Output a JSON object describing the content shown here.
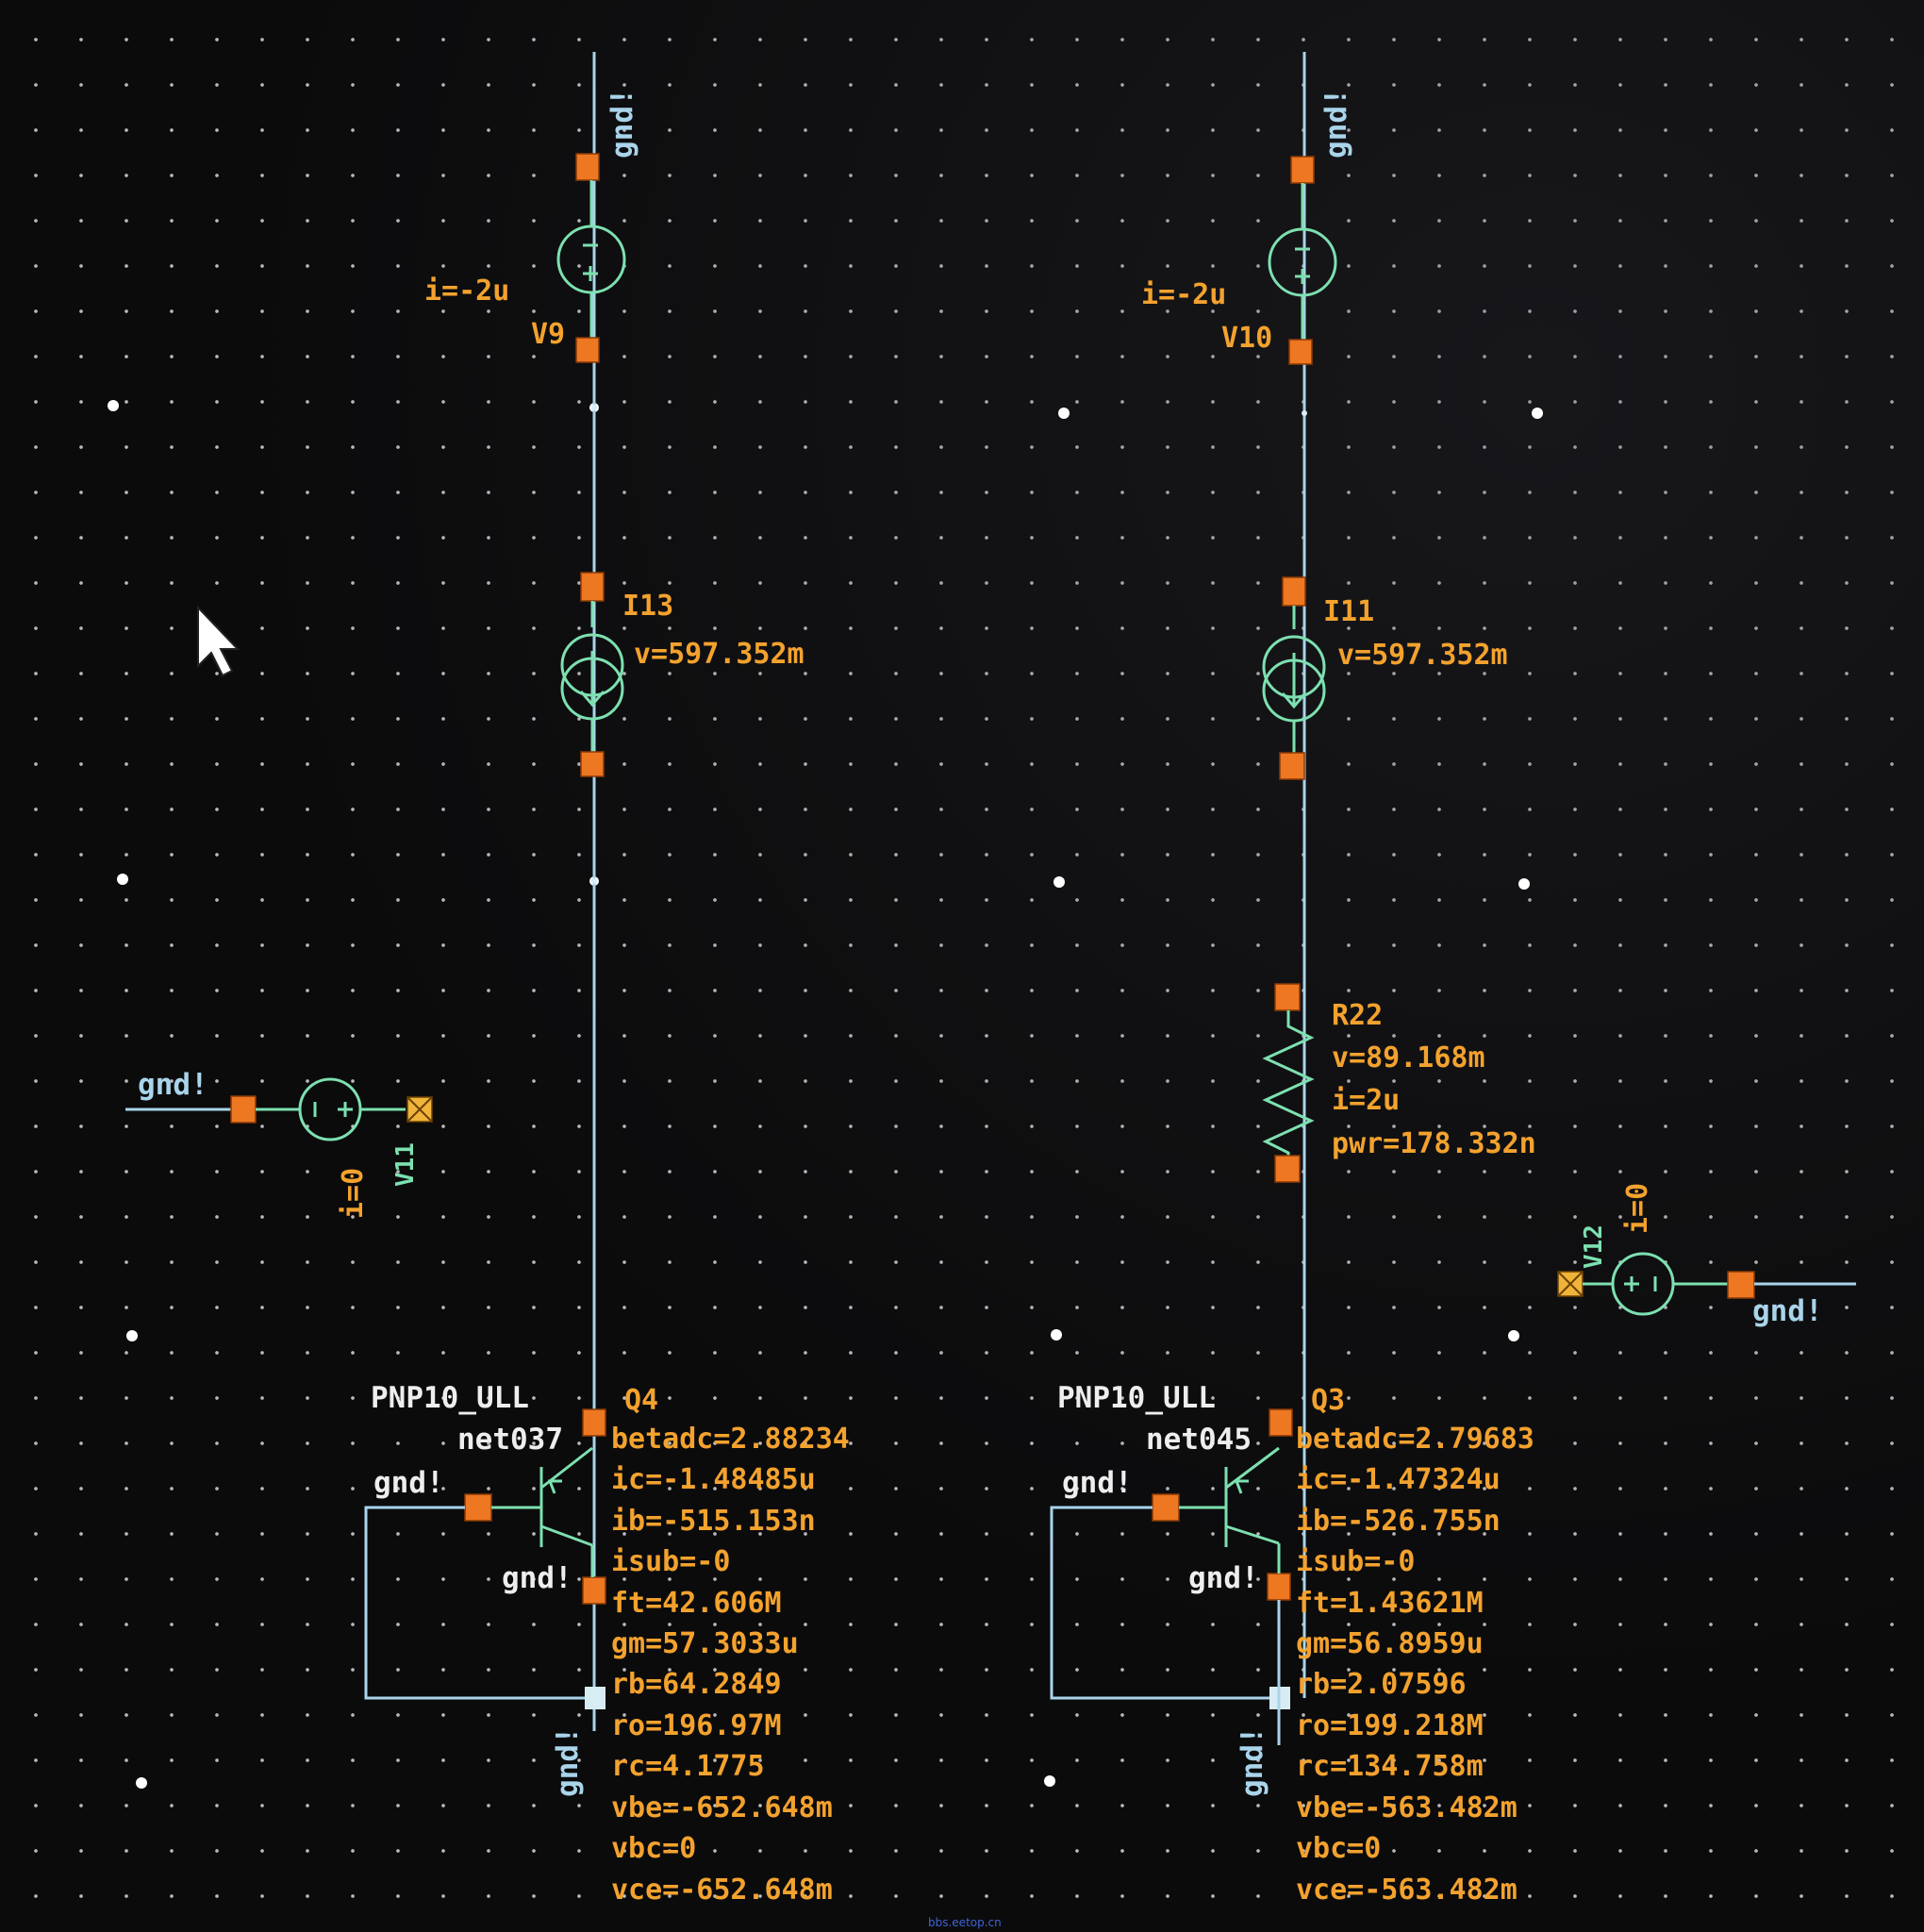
{
  "nets": {
    "gnd_top_left": "gnd!",
    "gnd_top_right": "gnd!",
    "gnd_v11": "gnd!",
    "gnd_v12": "gnd!",
    "gnd_q4_base": "gnd!",
    "gnd_q4_collector": "gnd!",
    "gnd_q4_bottom": "gnd!",
    "gnd_q3_base": "gnd!",
    "gnd_q3_collector": "gnd!",
    "gnd_q3_bottom": "gnd!"
  },
  "v9": {
    "name": "V9",
    "current": "i=-2u"
  },
  "v10": {
    "name": "V10",
    "current": "i=-2u"
  },
  "v11": {
    "name": "V11",
    "current": "i=0"
  },
  "v12": {
    "name": "V12",
    "current": "i=0"
  },
  "i13": {
    "name": "I13",
    "voltage": "v=597.352m"
  },
  "i11": {
    "name": "I11",
    "voltage": "v=597.352m"
  },
  "r22": {
    "name": "R22",
    "voltage": "v=89.168m",
    "current": "i=2u",
    "power": "pwr=178.332n"
  },
  "q4": {
    "model": "PNP10_ULL",
    "name": "Q4",
    "emitter_net": "net037",
    "params": [
      "betadc=2.88234",
      "ic=-1.48485u",
      "ib=-515.153n",
      "isub=-0",
      "ft=42.606M",
      "gm=57.3033u",
      "rb=64.2849",
      "ro=196.97M",
      "rc=4.1775",
      "vbe=-652.648m",
      "vbc=0",
      "vce=-652.648m"
    ]
  },
  "q3": {
    "model": "PNP10_ULL",
    "name": "Q3",
    "emitter_net": "net045",
    "params": [
      "betadc=2.79683",
      "ic=-1.47324u",
      "ib=-526.755n",
      "isub=-0",
      "ft=1.43621M",
      "gm=56.8959u",
      "rb=2.07596",
      "ro=199.218M",
      "rc=134.758m",
      "vbe=-563.482m",
      "vbc=0",
      "vce=-563.482m"
    ]
  },
  "symbols": {
    "minus": "-",
    "plus": "+"
  },
  "icons": {
    "cursor": "arrow-pointer-icon"
  },
  "colors": {
    "background": "#0b0b0c",
    "wire": "#a9d4ea",
    "symbol": "#7de0b0",
    "annotation": "#f3a22e",
    "pin": "#ee7722"
  },
  "watermark": "bbs.eetop.cn"
}
